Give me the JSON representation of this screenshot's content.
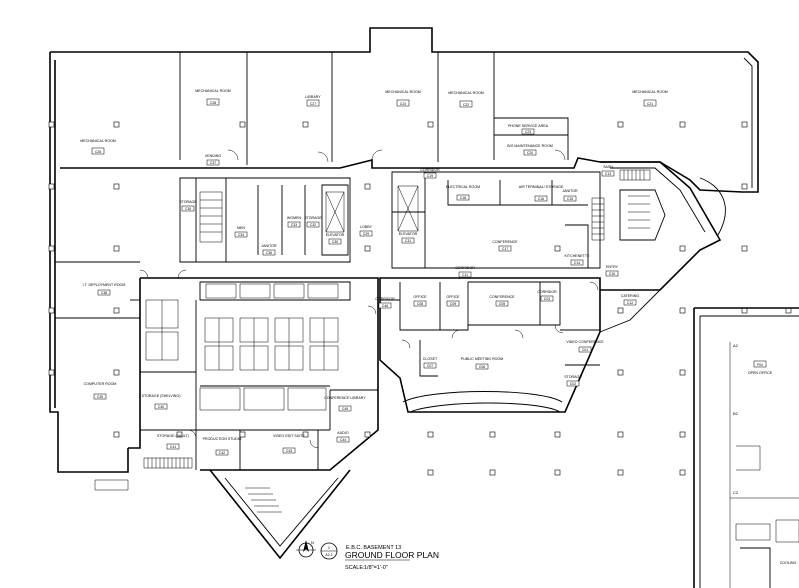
{
  "title_block": {
    "project": "E.B.C. BASEMENT 13",
    "title": "GROUND FLOOR PLAN",
    "scale_label": "SCALE:",
    "scale_value": "1/8\"=1'-0\"",
    "north": "N",
    "sheet_top": "1",
    "sheet_bottom": "A2.1"
  },
  "grid_labels": [
    "A2",
    "B2",
    "C2"
  ],
  "rooms": [
    {
      "id": "r-mech-left",
      "label": "MECHANICAL ROOM",
      "number": "C26"
    },
    {
      "id": "r-mech-2",
      "label": "MECHANICAL ROOM",
      "number": "C28"
    },
    {
      "id": "r-library",
      "label": "LIBRARY",
      "number": "C27"
    },
    {
      "id": "r-mech-3",
      "label": "MECHANICAL ROOM",
      "number": "C24"
    },
    {
      "id": "r-mech-4",
      "label": "MECHANICAL ROOM",
      "number": "C22"
    },
    {
      "id": "r-mech-5",
      "label": "MECHANICAL ROOM",
      "number": "C21"
    },
    {
      "id": "r-phone",
      "label": "PHONE SERVICE AREA",
      "number": "C23"
    },
    {
      "id": "r-maint",
      "label": "B/G MAINTENANCE ROOM",
      "number": "C20"
    },
    {
      "id": "r-corridor-top",
      "label": "CORRIDOR",
      "number": "C19"
    },
    {
      "id": "r-electrical",
      "label": "ELECTRICAL ROOM",
      "number": "C18"
    },
    {
      "id": "r-air",
      "label": "AIR TERMINAL/ STORAGE",
      "number": "C16"
    },
    {
      "id": "r-janitor",
      "label": "JANITOR",
      "number": "C15"
    },
    {
      "id": "r-sash",
      "label": "SASH",
      "number": "C13"
    },
    {
      "id": "r-conference-1",
      "label": "CONFERENCE",
      "number": "C17"
    },
    {
      "id": "r-kitchenette",
      "label": "KITCHENETTE",
      "number": "C14"
    },
    {
      "id": "r-lobby",
      "label": "LOBBY",
      "number": "C29"
    },
    {
      "id": "r-elevator-1",
      "label": "ELEVATOR",
      "number": "C30"
    },
    {
      "id": "r-elevator-2",
      "label": "ELEVATOR",
      "number": "C31"
    },
    {
      "id": "r-storage-1",
      "label": "STORAGE",
      "number": "C32"
    },
    {
      "id": "r-women",
      "label": "WOMEN",
      "number": "C33"
    },
    {
      "id": "r-men",
      "label": "MEN",
      "number": "C34"
    },
    {
      "id": "r-storage-2",
      "label": "STORAGE",
      "number": "C35"
    },
    {
      "id": "r-janitor-2",
      "label": "JANITOR",
      "number": "C36"
    },
    {
      "id": "r-vending",
      "label": "VENDING",
      "number": "C37"
    },
    {
      "id": "r-it",
      "label": "I.T. DEPLOYMENT ROOM",
      "number": "C38"
    },
    {
      "id": "r-computer",
      "label": "COMPUTER ROOM",
      "number": "C39"
    },
    {
      "id": "r-storage-3",
      "label": "STORAGE (SHELVING)",
      "number": "C40"
    },
    {
      "id": "r-storage-4",
      "label": "STORAGE (VAULT)",
      "number": "C41"
    },
    {
      "id": "r-production",
      "label": "PRODUCTION STUDIO",
      "number": "C42"
    },
    {
      "id": "r-video-edit",
      "label": "VIDEO EDIT SUITE",
      "number": "C43"
    },
    {
      "id": "r-audio",
      "label": "AUDIO",
      "number": "C44"
    },
    {
      "id": "r-conf-library",
      "label": "CONFERENCE LIBRARY",
      "number": "C45"
    },
    {
      "id": "r-corridor-2",
      "label": "CORRIDOR",
      "number": "C46"
    },
    {
      "id": "r-office-1",
      "label": "OFFICE",
      "number": "C08"
    },
    {
      "id": "r-office-2",
      "label": "OFFICE",
      "number": "C09"
    },
    {
      "id": "r-conference-2",
      "label": "CONFERENCE",
      "number": "C05"
    },
    {
      "id": "r-corridor-3",
      "label": "CORRIDOR",
      "number": "C11"
    },
    {
      "id": "r-corridor-4",
      "label": "CORRIDOR",
      "number": "C03"
    },
    {
      "id": "r-public-meeting",
      "label": "PUBLIC MEETING ROOM",
      "number": "C06"
    },
    {
      "id": "r-closet",
      "label": "CLOSET",
      "number": "C07"
    },
    {
      "id": "r-video-conf",
      "label": "VIDEO CONFERENCE",
      "number": "C01"
    },
    {
      "id": "r-storage-5",
      "label": "STORAGE",
      "number": "C02"
    },
    {
      "id": "r-catering",
      "label": "CATERING",
      "number": "C12"
    },
    {
      "id": "r-entry",
      "label": "ENTRY",
      "number": "C10"
    },
    {
      "id": "r-open-office",
      "label": "OPEN OFFICE",
      "number": "F04"
    },
    {
      "id": "r-cooling",
      "label": "COOLING",
      "number": ""
    }
  ]
}
